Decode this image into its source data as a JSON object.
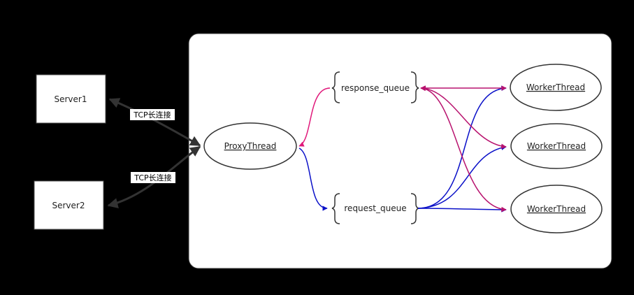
{
  "servers": [
    {
      "label": "Server1"
    },
    {
      "label": "Server2"
    }
  ],
  "links": [
    {
      "label": "TCP长连接"
    },
    {
      "label": "TCP长连接"
    }
  ],
  "proxy": {
    "label": "ProxyThread"
  },
  "queues": {
    "response": {
      "label": "response_queue"
    },
    "request": {
      "label": "request_queue"
    }
  },
  "workers": [
    {
      "label": "WorkerThread"
    },
    {
      "label": "WorkerThread"
    },
    {
      "label": "WorkerThread"
    }
  ],
  "colors": {
    "response_edge": "#e0187a",
    "worker_response_edge": "#b8126e",
    "request_edge": "#0a10c8",
    "server_edge": "#333333"
  }
}
